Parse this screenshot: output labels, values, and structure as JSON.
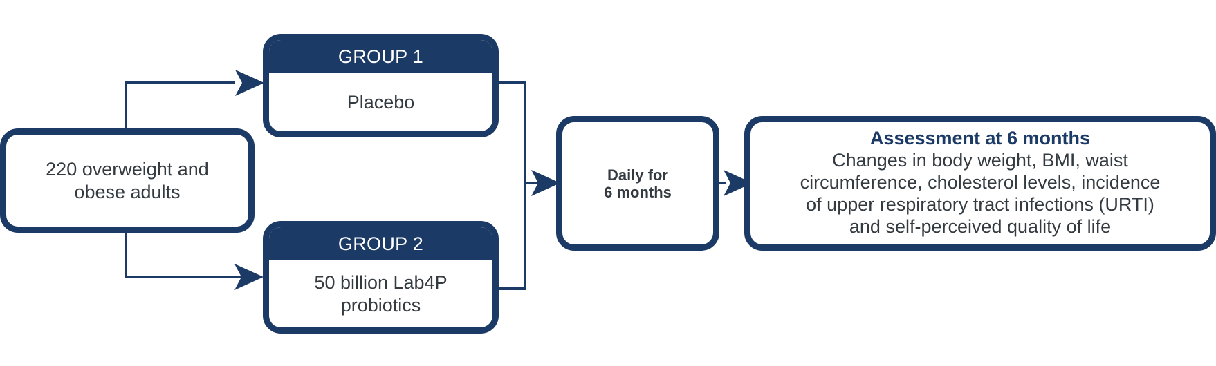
{
  "participants": {
    "text": "220 overweight and\nobese adults"
  },
  "group1": {
    "header": "GROUP 1",
    "body": "Placebo"
  },
  "group2": {
    "header": "GROUP 2",
    "body": "50 billion Lab4P\nprobiotics"
  },
  "duration": {
    "text": "Daily for\n6 months"
  },
  "assessment": {
    "title": "Assessment at 6 months",
    "body": "Changes in body weight, BMI, waist\ncircumference, cholesterol levels, incidence\nof upper respiratory tract infections (URTI)\nand self-perceived quality of life"
  },
  "colors": {
    "primary": "#1c3a66",
    "text": "#333a40",
    "background": "#ffffff"
  }
}
